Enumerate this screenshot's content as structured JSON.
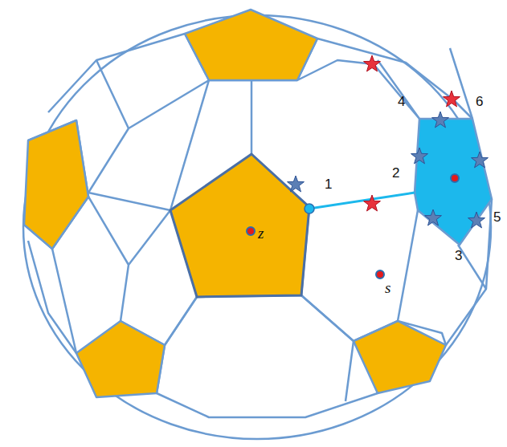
{
  "diagram": {
    "labels": [
      "1",
      "2",
      "3",
      "4",
      "5",
      "6",
      "z",
      "s"
    ]
  }
}
